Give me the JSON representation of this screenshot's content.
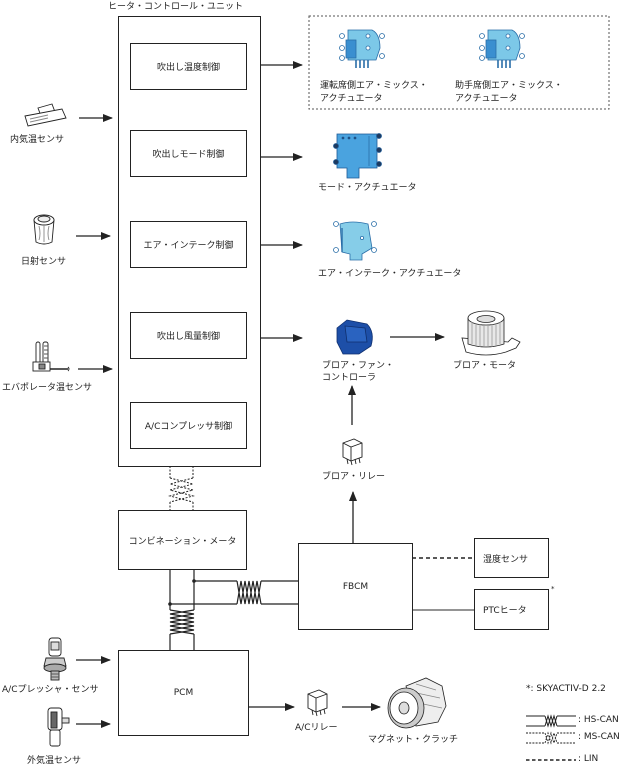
{
  "hcu": {
    "title": "ヒータ・コントロール・ユニット",
    "blocks": [
      {
        "label": "吹出し温度制御"
      },
      {
        "label": "吹出しモード制御"
      },
      {
        "label": "エア・インテーク制御"
      },
      {
        "label": "吹出し風量制御"
      },
      {
        "label": "A/Cコンプレッサ制御"
      }
    ]
  },
  "sensors": {
    "cabin_temp": {
      "label": "内気温センサ",
      "icon": "cabin-temperature-sensor-icon"
    },
    "solar": {
      "label": "日射センサ",
      "icon": "solar-sensor-icon"
    },
    "evaporator_temp": {
      "label": "エバポレータ温センサ",
      "icon": "evaporator-temperature-sensor-icon"
    },
    "ac_pressure": {
      "label": "A/Cプレッシャ・センサ",
      "icon": "ac-pressure-sensor-icon"
    },
    "ambient_temp": {
      "label": "外気温センサ",
      "icon": "ambient-temperature-sensor-icon"
    },
    "humidity": {
      "label": "湿度センサ"
    }
  },
  "actuators": {
    "driver_air_mix": {
      "label_line1": "運転席側エア・ミックス・",
      "label_line2": "アクチュエータ"
    },
    "passenger_air_mix": {
      "label_line1": "助手席側エア・ミックス・",
      "label_line2": "アクチュエータ"
    },
    "mode": {
      "label": "モード・アクチュエータ"
    },
    "air_intake": {
      "label": "エア・インテーク・アクチュエータ"
    },
    "blower_fan_controller": {
      "label_line1": "ブロア・ファン・",
      "label_line2": "コントローラ"
    },
    "blower_motor": {
      "label": "ブロア・モータ"
    },
    "blower_relay": {
      "label": "ブロア・リレー"
    },
    "ac_relay": {
      "label": "A/Cリレー"
    },
    "magnet_clutch": {
      "label": "マグネット・クラッチ"
    }
  },
  "modules": {
    "combination_meter": {
      "label": "コンビネーション・メータ"
    },
    "fbcm": {
      "label": "FBCM"
    },
    "pcm": {
      "label": "PCM"
    },
    "ptc_heater": {
      "label": "PTCヒータ",
      "note_mark": "*"
    }
  },
  "legend": {
    "footnote": "*: SKYACTIV-D 2.2",
    "items": [
      {
        "label": ": HS-CAN",
        "style": "twisted-solid"
      },
      {
        "label": ": MS-CAN",
        "style": "twisted-dashed"
      },
      {
        "label": ": LIN",
        "style": "dashed"
      }
    ]
  },
  "colors": {
    "line": "#222222",
    "actuator_light_blue": "#7cc8e8",
    "actuator_blue": "#4aa3df",
    "controller_dark_blue": "#1d4fa8"
  }
}
